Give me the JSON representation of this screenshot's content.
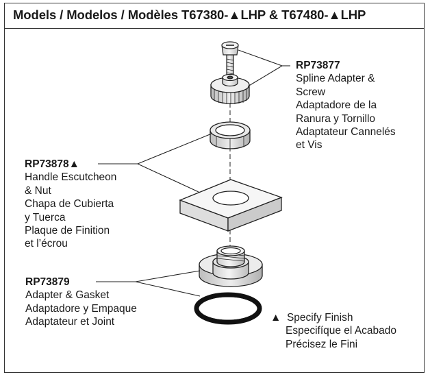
{
  "title": "Models / Modelos / Modèles T67380-▲LHP & T67480-▲LHP",
  "parts": [
    {
      "part_number": "RP73877",
      "lines": [
        "Spline Adapter &",
        "Screw",
        "Adaptadore de la",
        "Ranura y Tornillo",
        "Adaptateur Cannelés",
        "et Vis"
      ]
    },
    {
      "part_number": "RP73878▲",
      "lines": [
        "Handle Escutcheon",
        "& Nut",
        "Chapa de Cubierta",
        "y Tuerca",
        "Plaque de Finition",
        "et l’écrou"
      ]
    },
    {
      "part_number": "RP73879",
      "lines": [
        "Adapter & Gasket",
        "Adaptadore y Empaque",
        "Adaptateur et Joint"
      ]
    }
  ],
  "note": {
    "symbol": "▲",
    "lines": [
      "Specify Finish",
      "Especifíque el Acabado",
      "Précisez le Fini"
    ]
  }
}
